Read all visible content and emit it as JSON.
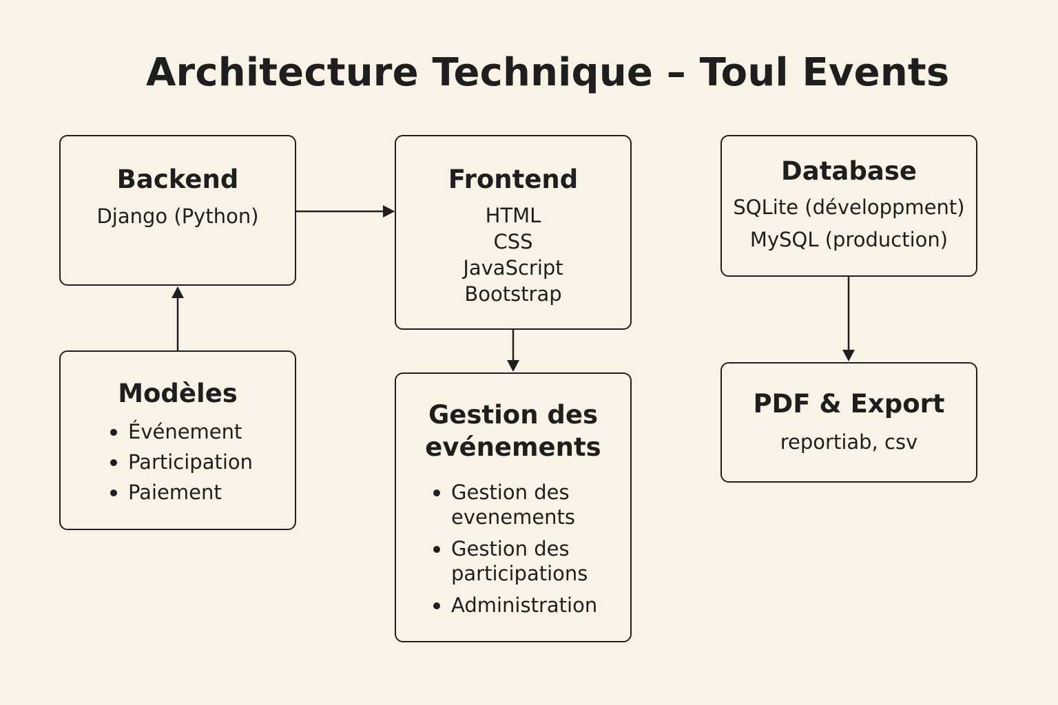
{
  "title": "Architecture Technique – Toul Events",
  "boxes": {
    "backend": {
      "title": "Backend",
      "lines": [
        "Django (Python)"
      ]
    },
    "frontend": {
      "title": "Frontend",
      "lines": [
        "HTML",
        "CSS",
        "JavaScript",
        "Bootstrap"
      ]
    },
    "database": {
      "title": "Database",
      "lines": [
        "SQLite (développment)",
        "MySQL (production)"
      ]
    },
    "models": {
      "title": "Modèles",
      "items": [
        "Événement",
        "Participation",
        "Paiement"
      ]
    },
    "events": {
      "title": "Gestion des evénements",
      "items": [
        "Gestion des evenements",
        "Gestion des participations",
        "Administration"
      ]
    },
    "pdf": {
      "title": "PDF & Export",
      "lines": [
        "reportiab, csv"
      ]
    }
  },
  "connections": [
    {
      "from": "backend",
      "to": "frontend"
    },
    {
      "from": "models",
      "to": "backend"
    },
    {
      "from": "frontend",
      "to": "events"
    },
    {
      "from": "database",
      "to": "pdf"
    }
  ],
  "colors": {
    "background": "#f9f2e6",
    "stroke": "#1e1e1e"
  }
}
